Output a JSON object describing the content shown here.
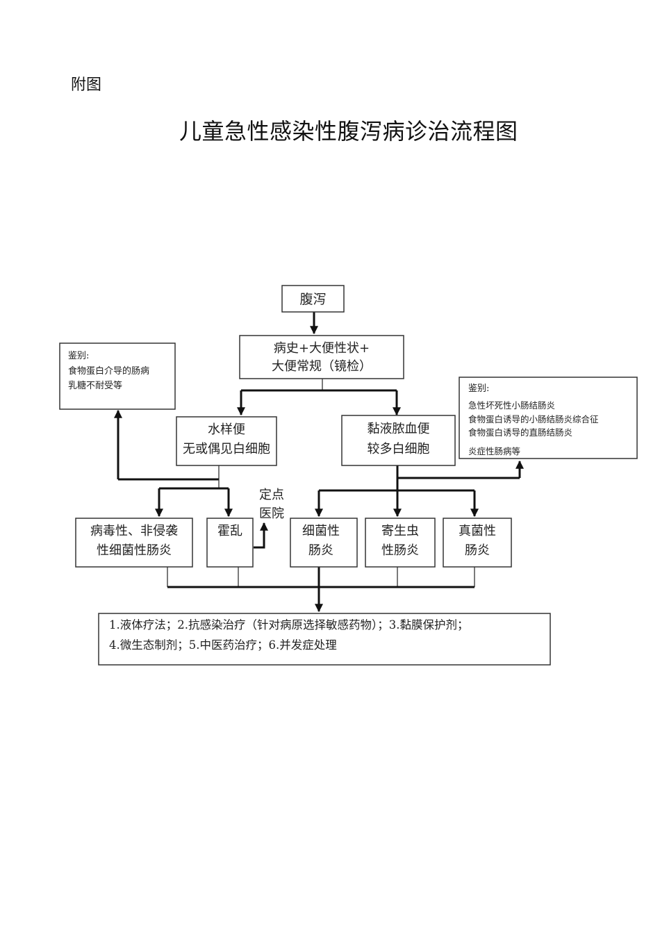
{
  "header": {
    "appendix_label": "附图",
    "title": "儿童急性感染性腹泻病诊治流程图"
  },
  "flowchart": {
    "start": {
      "lines": [
        "腹泻"
      ]
    },
    "history": {
      "lines": [
        "病史+大便性状+",
        "大便常规（镜检）"
      ]
    },
    "diff_left": {
      "lines": [
        "鉴别:",
        "食物蛋白介导的肠病",
        "乳糖不耐受等"
      ]
    },
    "diff_right": {
      "lines": [
        "鉴别:",
        "急性坏死性小肠结肠炎",
        "食物蛋白诱导的小肠结肠炎综合征",
        "食物蛋白诱导的直肠结肠炎",
        "炎症性肠病等"
      ]
    },
    "watery": {
      "lines": [
        "水样便",
        "无或偶见白细胞"
      ]
    },
    "mucus": {
      "lines": [
        "黏液脓血便",
        "较多白细胞"
      ]
    },
    "viral": {
      "lines": [
        "病毒性、非侵袭",
        "性细菌性肠炎"
      ]
    },
    "cholera": {
      "lines": [
        "霍乱"
      ]
    },
    "designated_hospital": {
      "lines": [
        "定点",
        "医院"
      ]
    },
    "bacterial": {
      "lines": [
        "细菌性",
        "肠炎"
      ]
    },
    "parasitic": {
      "lines": [
        "寄生虫",
        "性肠炎"
      ]
    },
    "fungal": {
      "lines": [
        "真菌性",
        "肠炎"
      ]
    },
    "treatment": {
      "lines": [
        "1.液体疗法；2.抗感染治疗（针对病原选择敏感药物）；3.黏膜保护剂；",
        "4.微生态制剂；5.中医药治疗；6.并发症处理"
      ]
    }
  }
}
